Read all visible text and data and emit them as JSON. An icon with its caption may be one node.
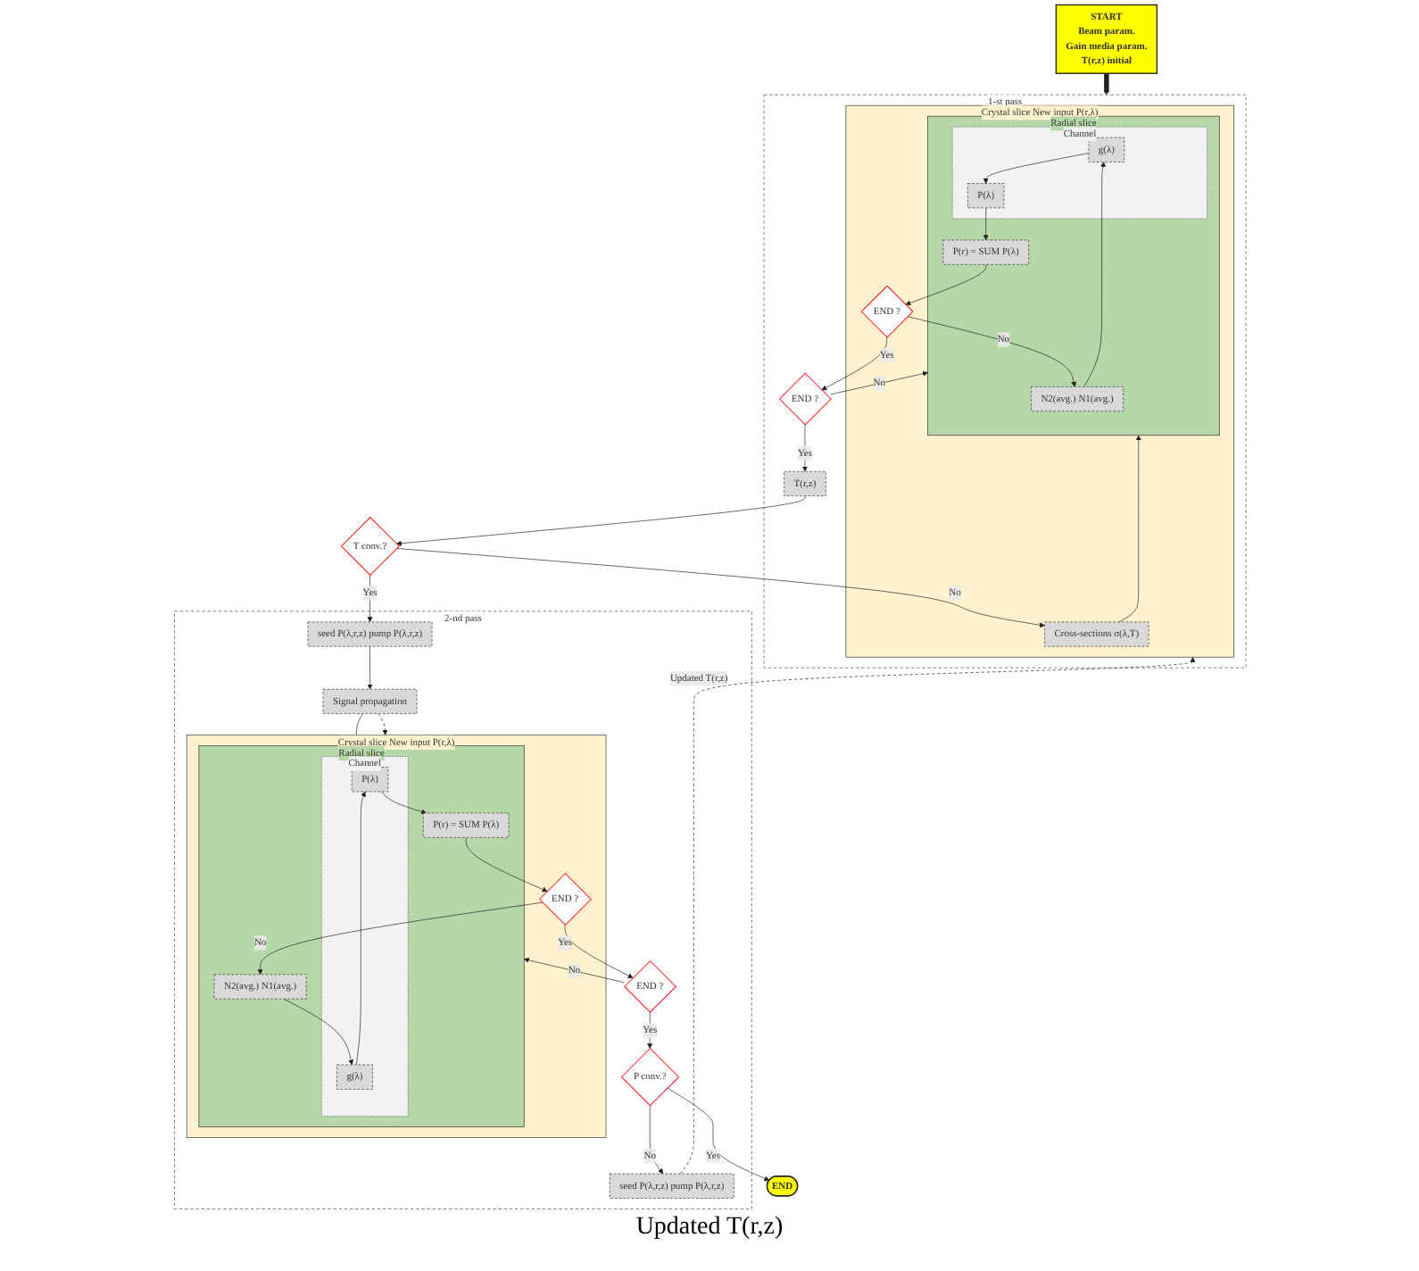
{
  "diagram": {
    "nodes": [
      {
        "text": [
          "START",
          "Beam param.",
          "Gain media param.",
          "T(r,z) initial"
        ]
      },
      {
        "text": [
          "END"
        ]
      },
      {
        "text": [
          "1-st pass"
        ]
      },
      {
        "text": [
          "2-nd pass"
        ]
      },
      {
        "text": [
          "Crystal slice",
          "New input P(r,λ)"
        ],
        "in": 2
      },
      {
        "text": [
          "Cross-sections σ(λ,T)"
        ],
        "in": 4
      },
      {
        "text": [
          "Radial slice"
        ],
        "in": 4
      },
      {
        "text": [
          "N2(avg.) N1(avg.)"
        ],
        "in": 6
      },
      {
        "text": [
          "Channel"
        ],
        "in": 6
      },
      {
        "text": [
          "g(λ)"
        ],
        "in": 8
      },
      {
        "text": [
          "P(λ)"
        ],
        "in": 8
      },
      {
        "text": [
          "P(r) = SUM P(λ)"
        ],
        "in": 6
      },
      {
        "text": [
          "END ?"
        ],
        "in": 4
      },
      {
        "text": [
          "END ?"
        ],
        "in": 2
      },
      {
        "text": [
          "T(r,z)"
        ],
        "in": 2
      },
      {
        "text": [
          "T conv.?"
        ]
      },
      {
        "text": [
          "seed P(λ,r,z) pump P(λ,r,z)"
        ],
        "in": 3
      },
      {
        "text": [
          "P conv.?"
        ],
        "in": 3
      },
      {
        "text": [
          "END ?"
        ],
        "in": 3
      },
      {
        "text": [
          "Crystal slice",
          "New input P(r,λ)"
        ],
        "in": 3
      },
      {
        "text": [
          "END ?"
        ],
        "in": 19
      },
      {
        "text": [
          "Radial slice"
        ],
        "in": 19
      },
      {
        "text": [
          "P(r) = SUM P(λ)"
        ],
        "in": 21
      },
      {
        "text": [
          "Channel"
        ],
        "in": 21
      },
      {
        "text": [
          "P(λ)"
        ],
        "in": 23
      },
      {
        "text": [
          "g(λ)"
        ],
        "in": 23
      },
      {
        "text": [
          "N2(avg.) N1(avg.)"
        ],
        "in": 21
      },
      {
        "text": [
          "seed P(λ,r,z) pump P(λ,r,z)"
        ],
        "in": 3
      },
      {
        "text": [
          "Signal propagation"
        ],
        "in": 3
      }
    ],
    "edges": [
      {
        "from": 0,
        "to": 2,
        "arrow": "to",
        "style": "thick"
      },
      {
        "from": 15,
        "to": 5,
        "arrow": "to",
        "label": "No"
      },
      {
        "from": 16,
        "to": 4,
        "arrow": "to",
        "style": "dashed",
        "label": "Updated T(r,z)"
      },
      {
        "from": 5,
        "to": 6,
        "arrow": "to"
      },
      {
        "from": 12,
        "to": 7,
        "arrow": "to",
        "label": "No"
      },
      {
        "from": 7,
        "to": 9,
        "arrow": "to"
      },
      {
        "from": 9,
        "to": 10,
        "arrow": "to"
      },
      {
        "from": 10,
        "to": 11,
        "arrow": "to"
      },
      {
        "from": 11,
        "to": 12,
        "arrow": "to"
      },
      {
        "from": 12,
        "to": 13,
        "arrow": "to",
        "label": "Yes"
      },
      {
        "from": 13,
        "to": 6,
        "arrow": "to",
        "label": "No"
      },
      {
        "from": 13,
        "to": 14,
        "arrow": "to",
        "label": "Yes"
      },
      {
        "from": 14,
        "to": 15,
        "arrow": "to"
      },
      {
        "from": 15,
        "to": 27,
        "arrow": "to",
        "label": "Yes"
      },
      {
        "from": 27,
        "to": 28,
        "arrow": "to"
      },
      {
        "from": 28,
        "to": 21,
        "arrow": "to"
      },
      {
        "from": 28,
        "to": 19,
        "arrow": "to",
        "style": "dashed"
      },
      {
        "from": 18,
        "to": 21,
        "arrow": "to",
        "label": "No"
      },
      {
        "from": 20,
        "to": 26,
        "arrow": "to",
        "label": "No"
      },
      {
        "from": 26,
        "to": 25,
        "arrow": "to"
      },
      {
        "from": 25,
        "to": 24,
        "arrow": "to"
      },
      {
        "from": 24,
        "to": 22,
        "arrow": "to"
      },
      {
        "from": 22,
        "to": 20,
        "arrow": "to"
      },
      {
        "from": 20,
        "to": 18,
        "arrow": "to",
        "label": "Yes"
      },
      {
        "from": 18,
        "to": 17,
        "arrow": "to",
        "label": "Yes"
      },
      {
        "from": 17,
        "to": 1,
        "arrow": "to",
        "label": "Yes"
      },
      {
        "from": 17,
        "to": 16,
        "arrow": "to",
        "label": "No"
      }
    ],
    "labels": [
      "Updated T(r,z)"
    ]
  }
}
